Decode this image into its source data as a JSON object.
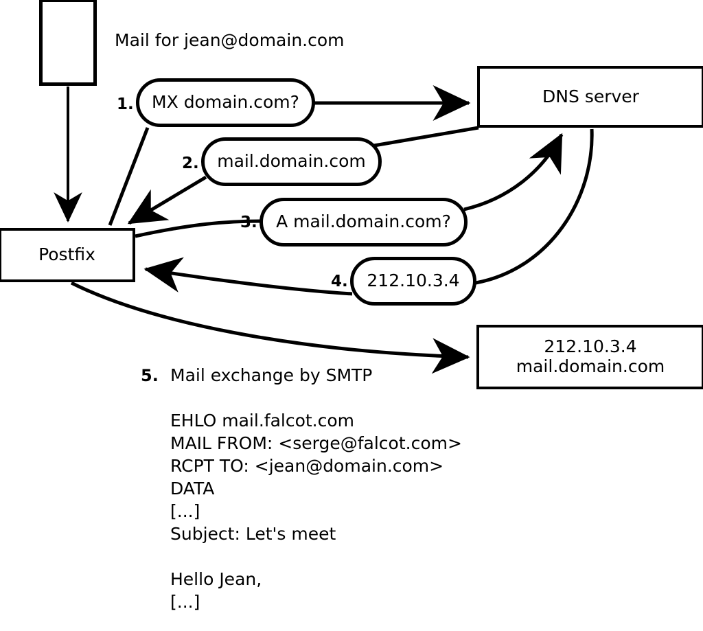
{
  "diagram": {
    "title_caption": "Mail for jean@domain.com",
    "nodes": {
      "sender_box": {
        "label": ""
      },
      "postfix": {
        "label": "Postfix"
      },
      "dns_server": {
        "label": "DNS server"
      },
      "target_server": {
        "line1": "212.10.3.4",
        "line2": "mail.domain.com"
      }
    },
    "steps": [
      {
        "number": "1.",
        "label": "MX domain.com?"
      },
      {
        "number": "2.",
        "label": "mail.domain.com"
      },
      {
        "number": "3.",
        "label": "A mail.domain.com?"
      },
      {
        "number": "4.",
        "label": "212.10.3.4"
      }
    ],
    "step5": {
      "number": "5.",
      "label": "Mail exchange by SMTP",
      "transcript": [
        "EHLO mail.falcot.com",
        "MAIL FROM: <serge@falcot.com>",
        "RCPT TO: <jean@domain.com>",
        "DATA",
        "[...]",
        "Subject: Let's meet",
        "",
        "Hello Jean,",
        "[...]",
        "",
        "."
      ]
    },
    "colors": {
      "stroke": "#000000",
      "background": "#ffffff"
    }
  }
}
